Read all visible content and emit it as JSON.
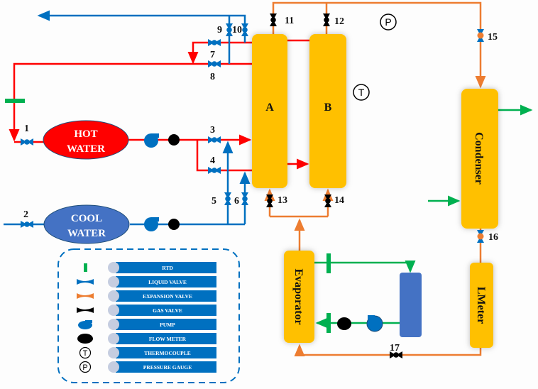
{
  "components": {
    "bed_a": "A",
    "bed_b": "B",
    "condenser": "Condenser",
    "evaporator": "Evaporator",
    "lmeter": "LMeter",
    "hot_water": [
      "HOT",
      "WATER"
    ],
    "cool_water": [
      "COOL",
      "WATER"
    ],
    "pressure_gauge_symbol": "P",
    "thermocouple_symbol": "T"
  },
  "valve_numbers": [
    "1",
    "2",
    "3",
    "4",
    "5",
    "6",
    "7",
    "8",
    "9",
    "10",
    "11",
    "12",
    "13",
    "14",
    "15",
    "16",
    "17"
  ],
  "legend": {
    "items": [
      {
        "label": "RTD",
        "icon": "rtd-icon"
      },
      {
        "label": "LIQUID VALVE",
        "icon": "liquid-valve-icon"
      },
      {
        "label": "EXPANSION VALVE",
        "icon": "expansion-valve-icon"
      },
      {
        "label": "GAS VALVE",
        "icon": "gas-valve-icon"
      },
      {
        "label": "PUMP",
        "icon": "pump-icon"
      },
      {
        "label": "FLOW METER",
        "icon": "flow-meter-icon"
      },
      {
        "label": "THERMOCOUPLE",
        "icon": "thermocouple-icon"
      },
      {
        "label": "PRESSURE GAUGE",
        "icon": "pressure-gauge-icon"
      }
    ]
  },
  "colors": {
    "hot_line": "#ff0000",
    "cool_line": "#0070c0",
    "refrigerant_line": "#ed7d31",
    "chilled_line": "#00b050",
    "vessel": "#ffc000",
    "cool_tank": "#4472c4",
    "legend_bar": "#0070c0"
  }
}
